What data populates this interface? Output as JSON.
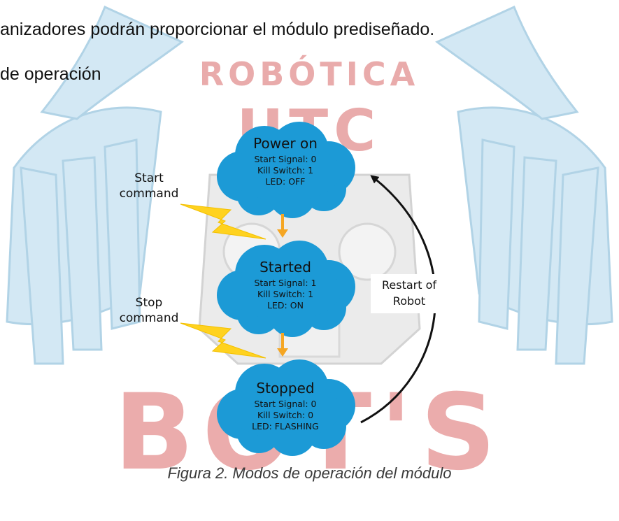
{
  "document": {
    "line1": "anizadores podrán proporcionar el módulo prediseñado.",
    "line2": "de operación",
    "caption": "Figura 2. Modos de operación del módulo"
  },
  "watermark": {
    "top_text": "ROBÓTICA",
    "middle_text": "UTC",
    "bottom_text": "BOT'S"
  },
  "diagram": {
    "states": [
      {
        "title": "Power on",
        "lines": [
          "Start Signal: 0",
          "Kill Switch: 1",
          "LED: OFF"
        ]
      },
      {
        "title": "Started",
        "lines": [
          "Start Signal: 1",
          "Kill Switch: 1",
          "LED: ON"
        ]
      },
      {
        "title": "Stopped",
        "lines": [
          "Start Signal: 0",
          "Kill Switch: 0",
          "LED: FLASHING"
        ]
      }
    ],
    "transitions": {
      "start": [
        "Start",
        "command"
      ],
      "stop": [
        "Stop",
        "command"
      ],
      "restart": [
        "Restart of",
        "Robot"
      ]
    },
    "colors": {
      "cloud": "#1c9ad6",
      "down_arrow": "#f5a623",
      "lightning": "#ffd21f",
      "wing": "#cfe6f3",
      "wing_stroke": "#a9cfe4",
      "watermark_red": "#e7a3a3"
    }
  }
}
